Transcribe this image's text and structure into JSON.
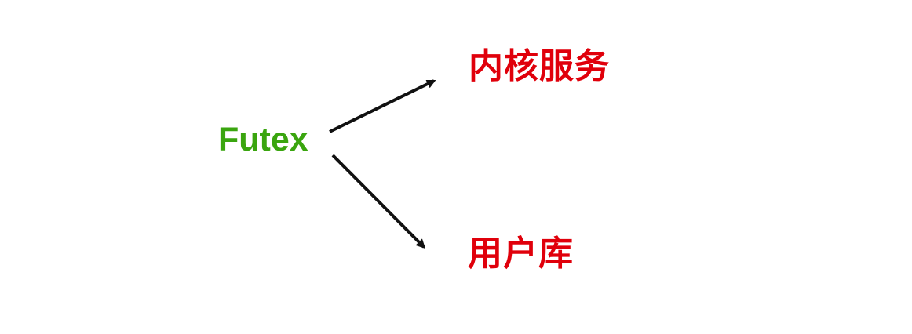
{
  "source": {
    "label": "Futex",
    "color": "#3aa50f"
  },
  "targets": [
    {
      "label": "内核服务",
      "color": "#e0000b"
    },
    {
      "label": "用户库",
      "color": "#e0000b"
    }
  ],
  "edge_color": "#111111"
}
